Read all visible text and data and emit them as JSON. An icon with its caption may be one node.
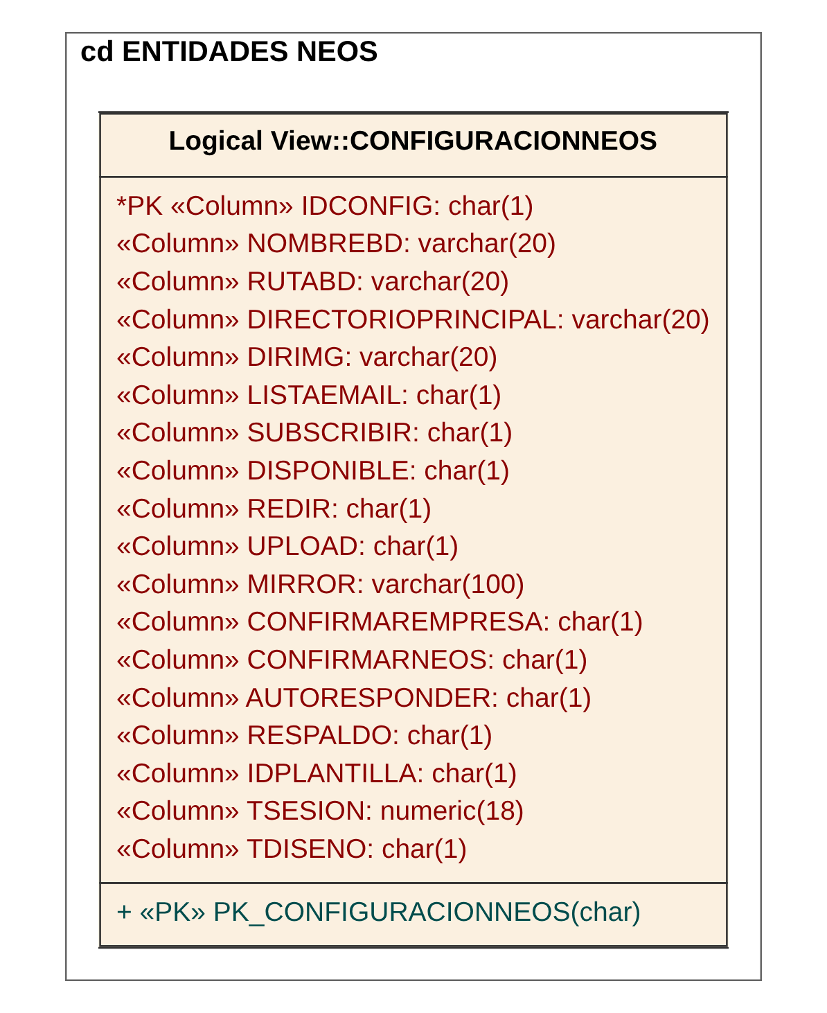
{
  "diagram": {
    "nodes": [
      {
        "text": [
          "cd ENTIDADES NEOS"
        ]
      },
      {
        "text": [
          "Logical View::CONFIGURACIONNEOS",
          "*PK «Column» IDCONFIG: char(1)",
          "«Column» NOMBREBD: varchar(20)",
          "«Column» RUTABD: varchar(20)",
          "«Column» DIRECTORIOPRINCIPAL: varchar(20)",
          "«Column» DIRIMG: varchar(20)",
          "«Column» LISTAEMAIL: char(1)",
          "«Column» SUBSCRIBIR: char(1)",
          "«Column» DISPONIBLE: char(1)",
          "«Column» REDIR: char(1)",
          "«Column» UPLOAD: char(1)",
          "«Column» MIRROR: varchar(100)",
          "«Column» CONFIRMAREMPRESA: char(1)",
          "«Column» CONFIRMARNEOS: char(1)",
          "«Column» AUTORESPONDER: char(1)",
          "«Column» RESPALDO: char(1)",
          "«Column» IDPLANTILLA: char(1)",
          "«Column» TSESION: numeric(18)",
          "«Column» TDISENO: char(1)",
          "+ «PK» PK_CONFIGURACIONNEOS(char)"
        ],
        "in": 0
      }
    ],
    "edges": []
  }
}
